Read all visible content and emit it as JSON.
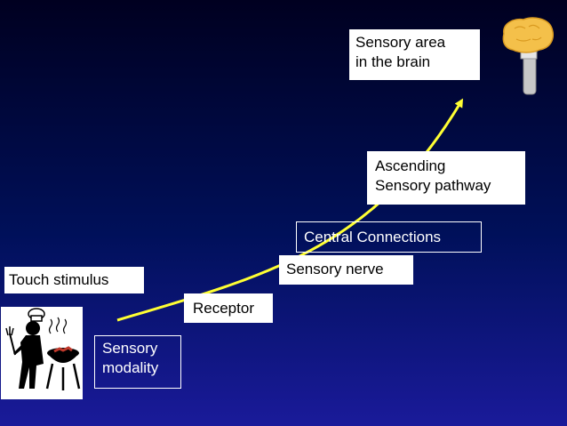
{
  "labels": {
    "touch_stimulus": "Touch stimulus",
    "sensory_modality_line1": "Sensory",
    "sensory_modality_line2": "modality",
    "receptor": "Receptor",
    "sensory_nerve": "Sensory nerve",
    "central_connections": "Central Connections",
    "ascending_line1": "Ascending",
    "ascending_line2": "Sensory pathway",
    "brain_line1": "Sensory area",
    "brain_line2": "in the brain"
  },
  "colors": {
    "background_top": "#000020",
    "background_bottom": "#1a1a9a",
    "arrow": "#ffff33",
    "brain": "#f4c04a",
    "brainstem": "#c8c8c8"
  },
  "icons": {
    "clipart": "chef-grilling-icon",
    "brain": "brain-icon"
  }
}
